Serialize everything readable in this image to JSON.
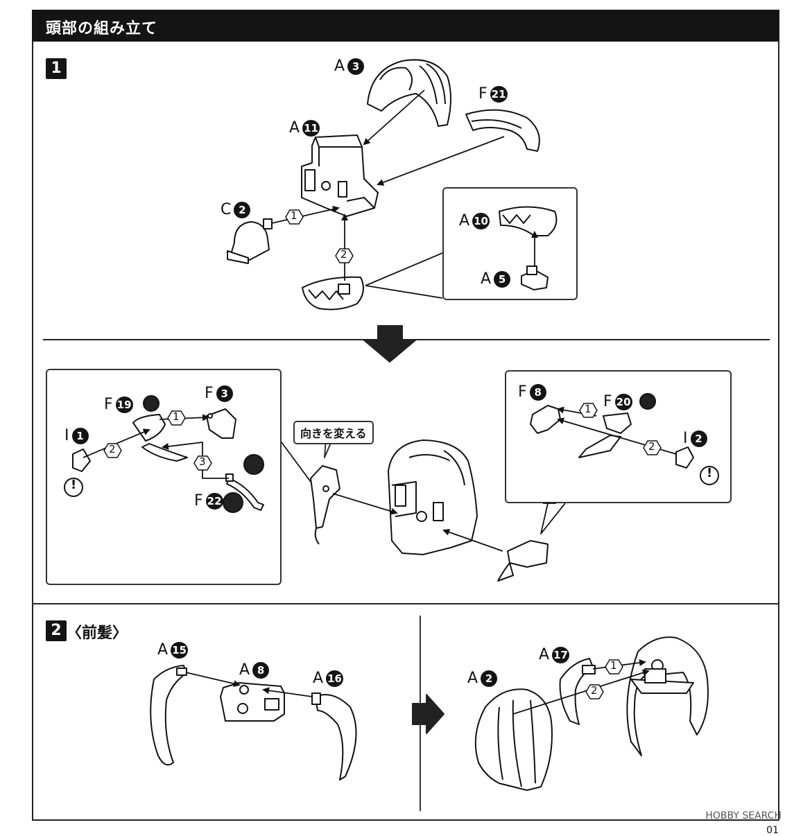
{
  "header": {
    "title": "頭部の組み立て"
  },
  "step1": {
    "number": "1"
  },
  "step2": {
    "number": "2",
    "subtitle": "〈前髪〉"
  },
  "callout": {
    "text": "向きを変える"
  },
  "labels": {
    "a3": {
      "letter": "A",
      "num": "3"
    },
    "a11": {
      "letter": "A",
      "num": "11"
    },
    "f21": {
      "letter": "F",
      "num": "21"
    },
    "c2": {
      "letter": "C",
      "num": "2"
    },
    "a10": {
      "letter": "A",
      "num": "10"
    },
    "a5": {
      "letter": "A",
      "num": "5"
    },
    "f19": {
      "letter": "F",
      "num": "19"
    },
    "f3": {
      "letter": "F",
      "num": "3"
    },
    "i1": {
      "letter": "I",
      "num": "1"
    },
    "f22": {
      "letter": "F",
      "num": "22"
    },
    "f8": {
      "letter": "F",
      "num": "8"
    },
    "f20": {
      "letter": "F",
      "num": "20"
    },
    "i2": {
      "letter": "I",
      "num": "2"
    },
    "a15": {
      "letter": "A",
      "num": "15"
    },
    "a8": {
      "letter": "A",
      "num": "8"
    },
    "a16": {
      "letter": "A",
      "num": "16"
    },
    "a17": {
      "letter": "A",
      "num": "17"
    },
    "a2": {
      "letter": "A",
      "num": "2"
    }
  },
  "order_marks": {
    "one": "1",
    "two": "2",
    "three": "3"
  },
  "warning_mark": "!",
  "watermark": "HOBBY SEARCH",
  "page_number": "01"
}
